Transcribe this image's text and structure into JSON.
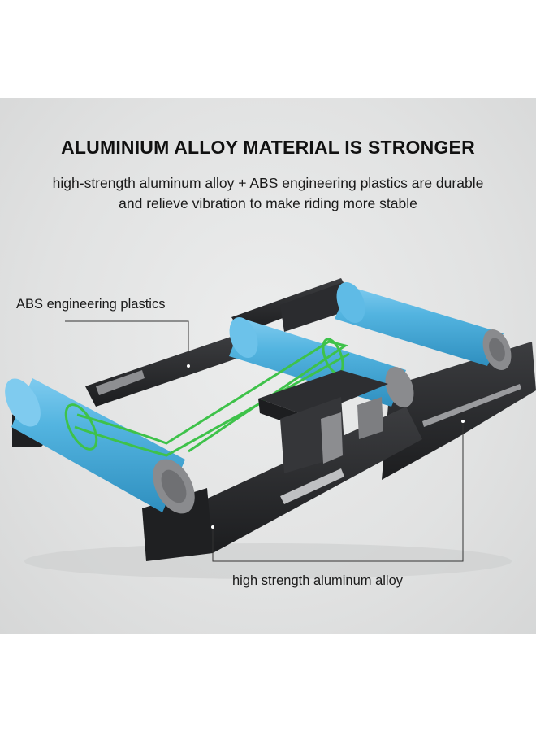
{
  "panel": {
    "headline": "ALUMINIUM ALLOY MATERIAL IS STRONGER",
    "subline_1": "high-strength aluminum alloy + ABS engineering plastics are durable",
    "subline_2": "and relieve vibration to make riding more stable",
    "callouts": {
      "abs": "ABS engineering plastics",
      "alloy": "high strength aluminum alloy"
    }
  },
  "colors": {
    "background": "#e1e2e2",
    "roller_blue": "#4fb1dd",
    "frame_black": "#2a2b2d",
    "band_green": "#3ec24a"
  }
}
